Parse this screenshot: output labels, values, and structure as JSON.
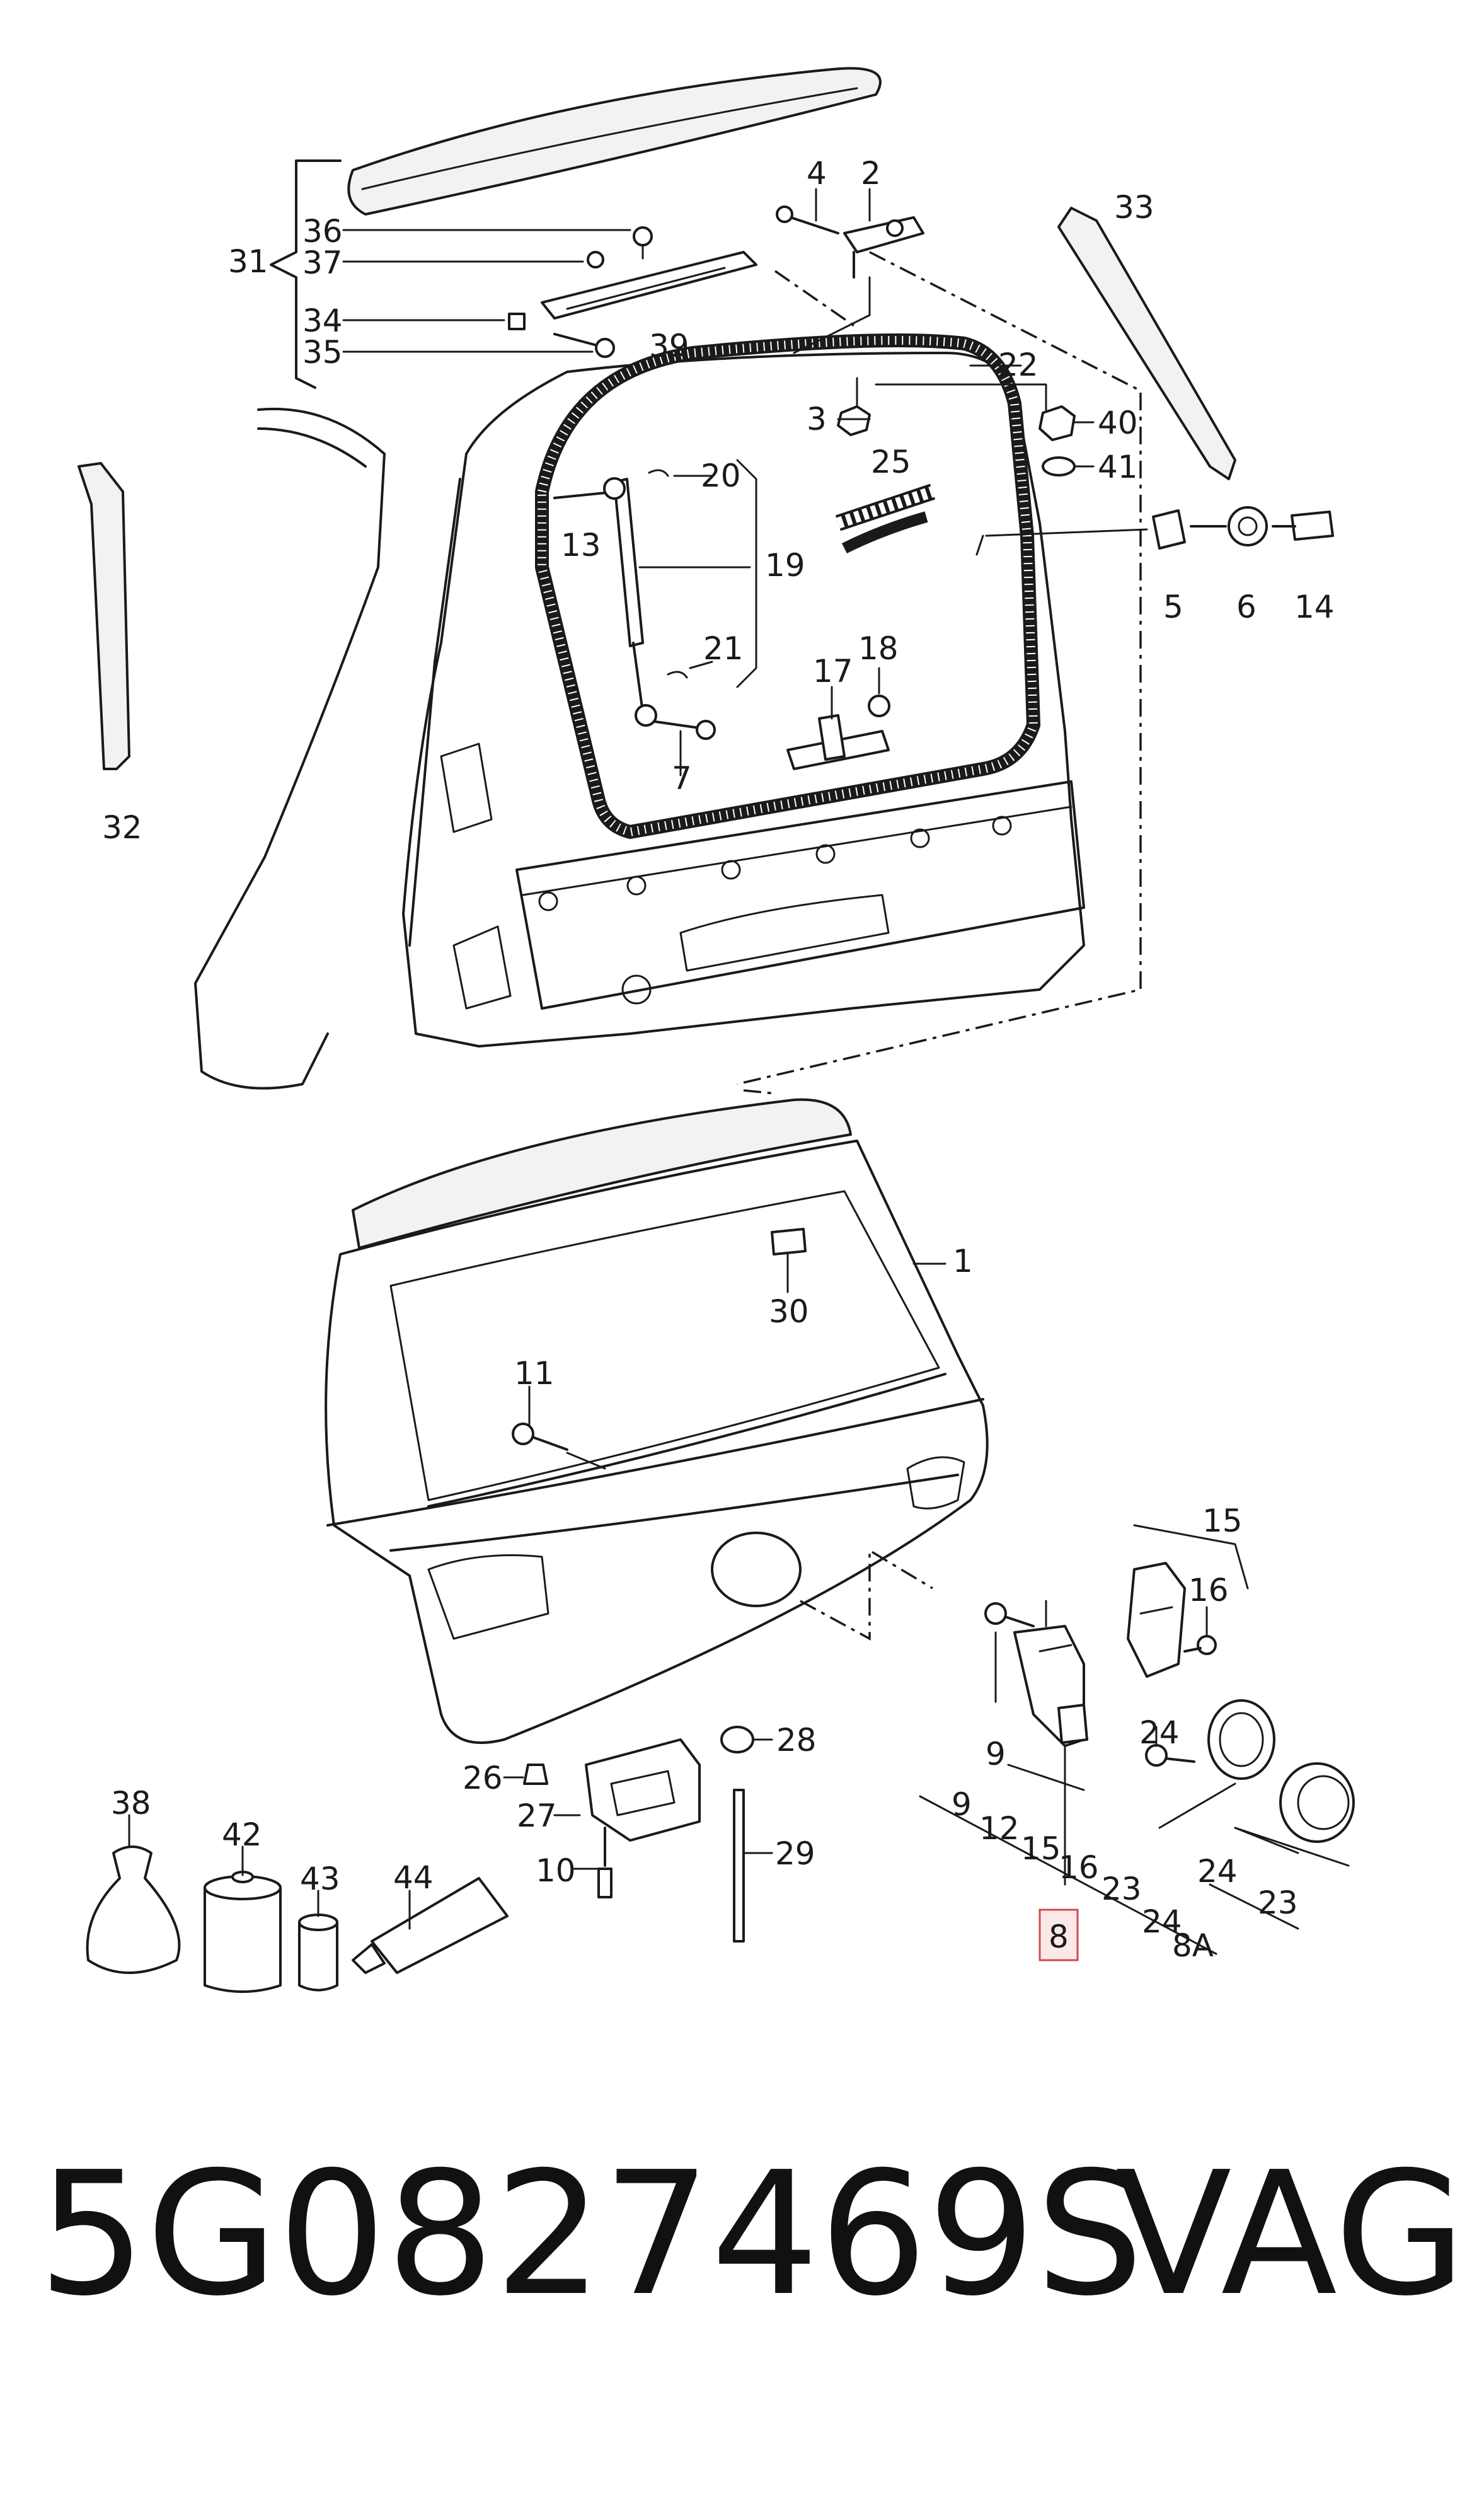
{
  "callouts": [
    {
      "id": "c1",
      "text": "1"
    },
    {
      "id": "c2",
      "text": "2"
    },
    {
      "id": "c3",
      "text": "3"
    },
    {
      "id": "c4",
      "text": "4"
    },
    {
      "id": "c5",
      "text": "5"
    },
    {
      "id": "c6",
      "text": "6"
    },
    {
      "id": "c7",
      "text": "7"
    },
    {
      "id": "c8",
      "text": "8"
    },
    {
      "id": "c8a",
      "text": "8A"
    },
    {
      "id": "c9a",
      "text": "9"
    },
    {
      "id": "c9b",
      "text": "9"
    },
    {
      "id": "c10",
      "text": "10"
    },
    {
      "id": "c11",
      "text": "11"
    },
    {
      "id": "c12",
      "text": "12"
    },
    {
      "id": "c13",
      "text": "13"
    },
    {
      "id": "c14",
      "text": "14"
    },
    {
      "id": "c15a",
      "text": "15"
    },
    {
      "id": "c15b",
      "text": "15"
    },
    {
      "id": "c16a",
      "text": "16"
    },
    {
      "id": "c16b",
      "text": "16"
    },
    {
      "id": "c17",
      "text": "17"
    },
    {
      "id": "c18",
      "text": "18"
    },
    {
      "id": "c19",
      "text": "19"
    },
    {
      "id": "c20",
      "text": "20"
    },
    {
      "id": "c21",
      "text": "21"
    },
    {
      "id": "c22",
      "text": "22"
    },
    {
      "id": "c23a",
      "text": "23"
    },
    {
      "id": "c23b",
      "text": "23"
    },
    {
      "id": "c24a",
      "text": "24"
    },
    {
      "id": "c24b",
      "text": "24"
    },
    {
      "id": "c24c",
      "text": "24"
    },
    {
      "id": "c25",
      "text": "25"
    },
    {
      "id": "c26",
      "text": "26"
    },
    {
      "id": "c27",
      "text": "27"
    },
    {
      "id": "c28",
      "text": "28"
    },
    {
      "id": "c29",
      "text": "29"
    },
    {
      "id": "c30",
      "text": "30"
    },
    {
      "id": "c31",
      "text": "31"
    },
    {
      "id": "c32",
      "text": "32"
    },
    {
      "id": "c33",
      "text": "33"
    },
    {
      "id": "c34",
      "text": "34"
    },
    {
      "id": "c35",
      "text": "35"
    },
    {
      "id": "c36",
      "text": "36"
    },
    {
      "id": "c37",
      "text": "37"
    },
    {
      "id": "c38",
      "text": "38"
    },
    {
      "id": "c39",
      "text": "39"
    },
    {
      "id": "c40",
      "text": "40"
    },
    {
      "id": "c41",
      "text": "41"
    },
    {
      "id": "c42",
      "text": "42"
    },
    {
      "id": "c43",
      "text": "43"
    },
    {
      "id": "c44",
      "text": "44"
    }
  ],
  "highlighted_callout": "8",
  "footer": {
    "part_number": "5G0827469S",
    "brand": "VAG"
  },
  "colors": {
    "line": "#1a1a1a",
    "highlight_fill": "#fde8e8",
    "highlight_stroke": "#d04b4b"
  }
}
